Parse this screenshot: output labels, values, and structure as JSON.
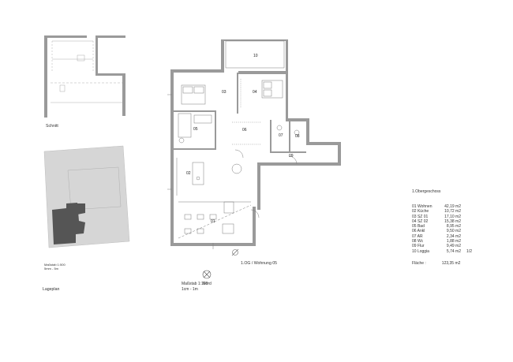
{
  "section_label": "Schnitt",
  "site_plan": {
    "label": "Lageplan",
    "scale_line1": "Maßstab 1:500",
    "scale_line2": "5mm - 5m"
  },
  "plan": {
    "unit_title": "1.OG / Wohnung 05",
    "scale_line1": "Maßstab 1:100",
    "scale_line2": "1cm - 1m",
    "north_label": "Nord",
    "room_numbers": [
      "01",
      "02",
      "03",
      "04",
      "05",
      "06",
      "07",
      "08",
      "09",
      "10"
    ]
  },
  "areas": {
    "floor_title": "1.Obergeschoss",
    "rows": [
      {
        "name": "01 Wohnen",
        "value": "42,19 m2",
        "extra": ""
      },
      {
        "name": "02 Küche",
        "value": "10,72 m2",
        "extra": ""
      },
      {
        "name": "03 SZ 01",
        "value": "17,10 m2",
        "extra": ""
      },
      {
        "name": "04 SZ 02",
        "value": "15,38 m2",
        "extra": ""
      },
      {
        "name": "05 Bad",
        "value": "8,95 m2",
        "extra": ""
      },
      {
        "name": "06 Ankl",
        "value": "9,50 m2",
        "extra": ""
      },
      {
        "name": "07 AR",
        "value": "2,34 m2",
        "extra": ""
      },
      {
        "name": "08 Wc",
        "value": "1,88 m2",
        "extra": ""
      },
      {
        "name": "09 Flur",
        "value": "9,49 m2",
        "extra": ""
      },
      {
        "name": "10 Loggia",
        "value": "5,74 m2",
        "extra": "1/2"
      }
    ],
    "total_label": "Fläche :",
    "total_value": "123,35 m2"
  },
  "colors": {
    "wall": "#9a9a9a",
    "line": "#7a7a7a",
    "site_bg": "#d6d6d6",
    "site_building": "#555555"
  }
}
